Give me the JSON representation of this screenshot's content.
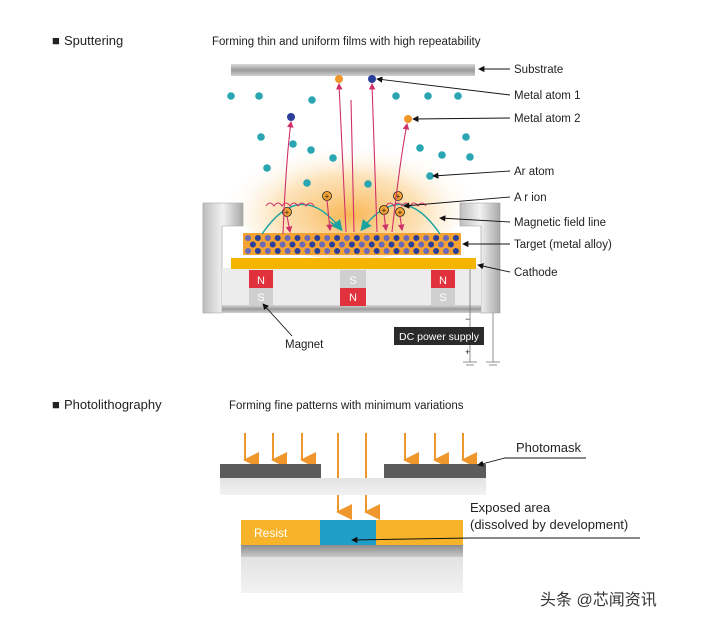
{
  "sputtering": {
    "bullet": "■",
    "heading": "Sputtering",
    "subtitle": "Forming thin and uniform films with high repeatability",
    "labels": {
      "substrate": "Substrate",
      "metal_atom_1": "Metal atom 1",
      "metal_atom_2": "Metal atom 2",
      "ar_atom": "Ar atom",
      "ar_ion": "A r ion",
      "magnetic_field_line": "Magnetic field line",
      "target": "Target (metal alloy)",
      "cathode": "Cathode",
      "magnet": "Magnet",
      "power_supply": "DC power supply",
      "minus": "−",
      "plus": "+",
      "pole_n": "N",
      "pole_s": "S"
    },
    "colors": {
      "ar_atom": "#2aa6b3",
      "metal_atom_1": "#2a3f9a",
      "metal_atom_2": "#f0962a",
      "path": "#d0306a",
      "cathode": "#f5b400",
      "magnet_red": "#e0313c"
    }
  },
  "photolithography": {
    "bullet": "■",
    "heading": "Photolithography",
    "subtitle": "Forming fine patterns with minimum variations",
    "labels": {
      "photomask": "Photomask",
      "exposed_area_line1": "Exposed area",
      "exposed_area_line2": "(dissolved by development)",
      "resist": "Resist"
    },
    "colors": {
      "arrow": "#ef962d",
      "resist": "#f7b42a",
      "exposed": "#1e9ec8",
      "mask": "#5b5b5b"
    }
  },
  "watermark": "头条 @芯闻资讯"
}
